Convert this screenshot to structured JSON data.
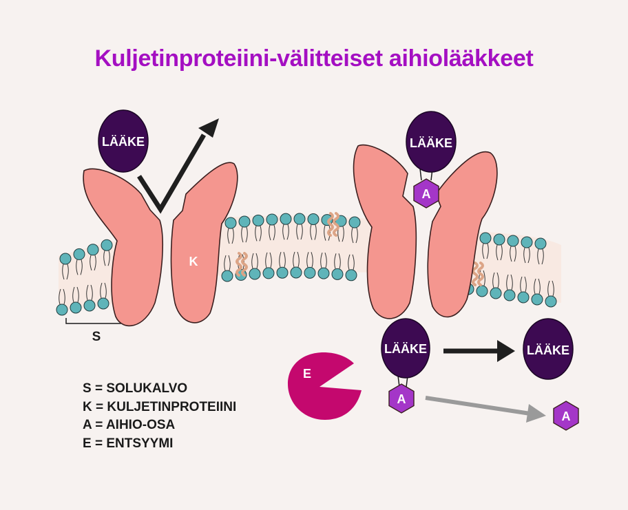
{
  "title": "Kuljetinproteiini-välitteiset aihiolääkkeet",
  "labels": {
    "drug": "LÄÄKE",
    "promoiety": "A",
    "transporter": "K",
    "membrane": "S",
    "enzyme": "E"
  },
  "legend": [
    "S = SOLUKALVO",
    "K = KULJETINPROTEIINI",
    "A = AIHIO-OSA",
    "E = ENTSYYMI"
  ],
  "colors": {
    "title": "#a40fc2",
    "drug": "#3d0a52",
    "promoiety": "#a436c8",
    "transporter": "#f4968f",
    "enzyme": "#c4086e",
    "lipid_head": "#5fb4b9",
    "membrane_fill": "#f8e9e2",
    "cholesterol": "#dca486",
    "arrow_dark": "#1f1f1f",
    "arrow_grey": "#9a9a9a"
  }
}
